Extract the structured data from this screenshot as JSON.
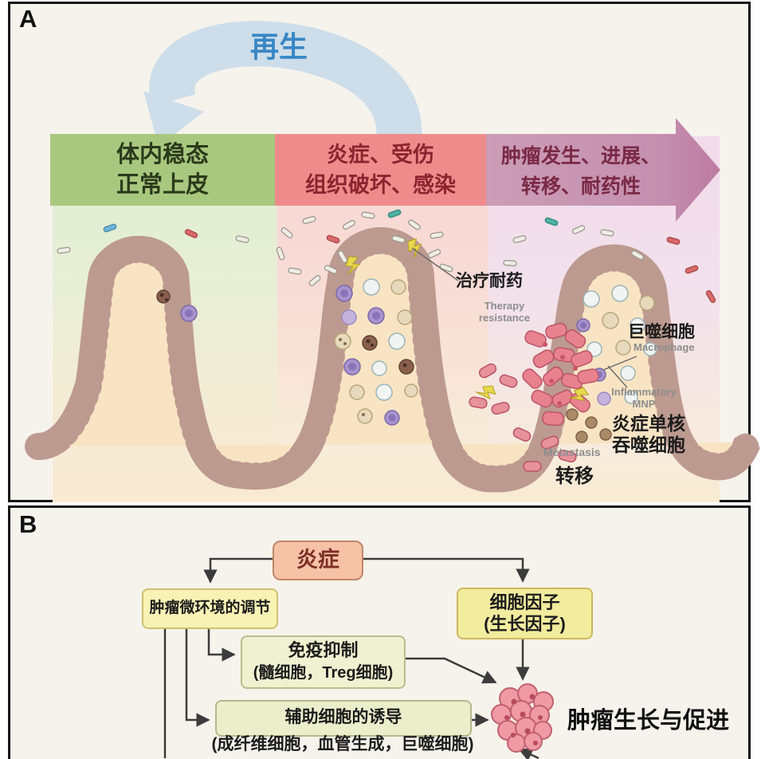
{
  "figure": {
    "panel_a": {
      "label": "A",
      "regeneration_label": "再生",
      "stages": [
        {
          "line1": "体内稳态",
          "line2": "正常上皮",
          "bg": "#a9c87f",
          "text_color": "#2b3a1b"
        },
        {
          "line1": "炎症、受伤",
          "line2": "组织破坏、感染",
          "bg": "#ef8c8b",
          "text_color": "#8c2430"
        },
        {
          "line1": "肿瘤发生、进展、",
          "line2": "转移、耐药性",
          "bg": "#c48fae",
          "text_color": "#7a2945"
        }
      ],
      "annotations": {
        "therapy_cn": "治疗耐药",
        "therapy_en_1": "Therapy",
        "therapy_en_2": "resistance",
        "macrophage_cn": "巨噬细胞",
        "macrophage_en": "Macrophage",
        "mnp_en_1": "Inflammatory",
        "mnp_en_2": "MNP",
        "monocyte_cn_1": "炎症单核",
        "monocyte_cn_2": "吞噬细胞",
        "metastasis_en": "Metastasis",
        "metastasis_cn": "转移"
      }
    },
    "panel_b": {
      "label": "B",
      "nodes": {
        "inflammation": "炎症",
        "tme": "肿瘤微环境的调节",
        "cytokine_1": "细胞因子",
        "cytokine_2": "(生长因子)",
        "immune_1": "免疫抑制",
        "immune_2": "(髓细胞，Treg细胞)",
        "helper_1": "辅助细胞的诱导",
        "helper_2": "(成纤维细胞，血管生成，巨噬细胞)",
        "outcome": "肿瘤生长与促进"
      }
    },
    "colors": {
      "homeostasis_header": "#a9c87f",
      "inflammation_header": "#ef8c8b",
      "tumor_header": "#c48fae",
      "regeneration_arc": "#cddeea",
      "regeneration_text": "#3a87c5",
      "epithelium_fill": "#f5d3cb",
      "tumor_cell": "#e8828e",
      "inflammation_box": "#f6c2a6",
      "yellow_box": "#f2ec9e",
      "green_box": "#eaeecb"
    }
  }
}
